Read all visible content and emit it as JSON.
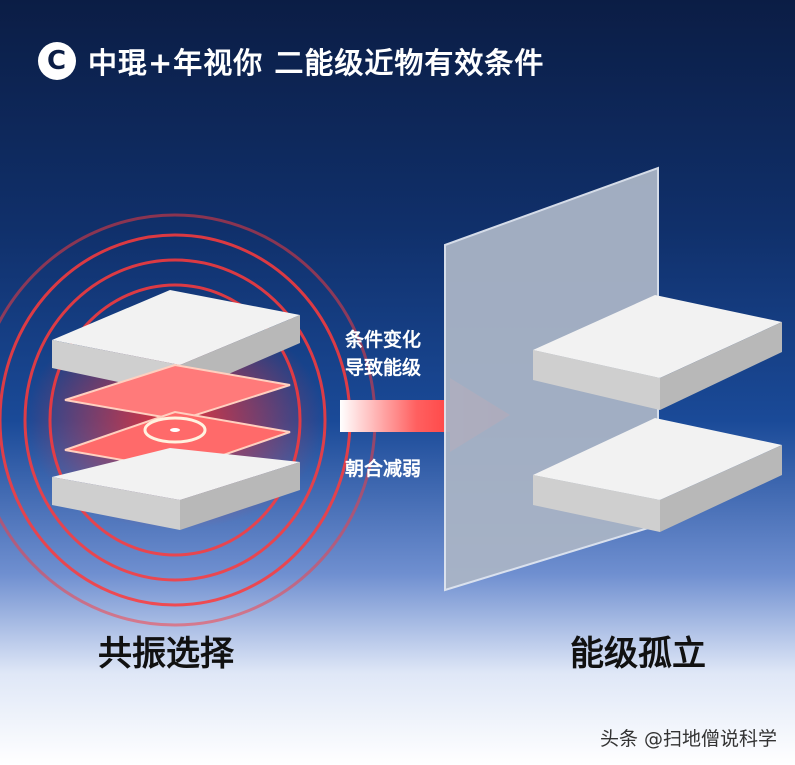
{
  "header": {
    "logo_letter": "C",
    "title": "中琨+年视你 二能级近物有效条件"
  },
  "arrow_labels": {
    "top_line1": "条件变化",
    "top_line2": "导致能级",
    "bottom": "朝合减弱"
  },
  "captions": {
    "left": "共振选择",
    "right": "能级孤立"
  },
  "watermark": "头条 @扫地僧说科学",
  "colors": {
    "accent_red": "#ff2a2a",
    "navy": "#0b1d45"
  }
}
